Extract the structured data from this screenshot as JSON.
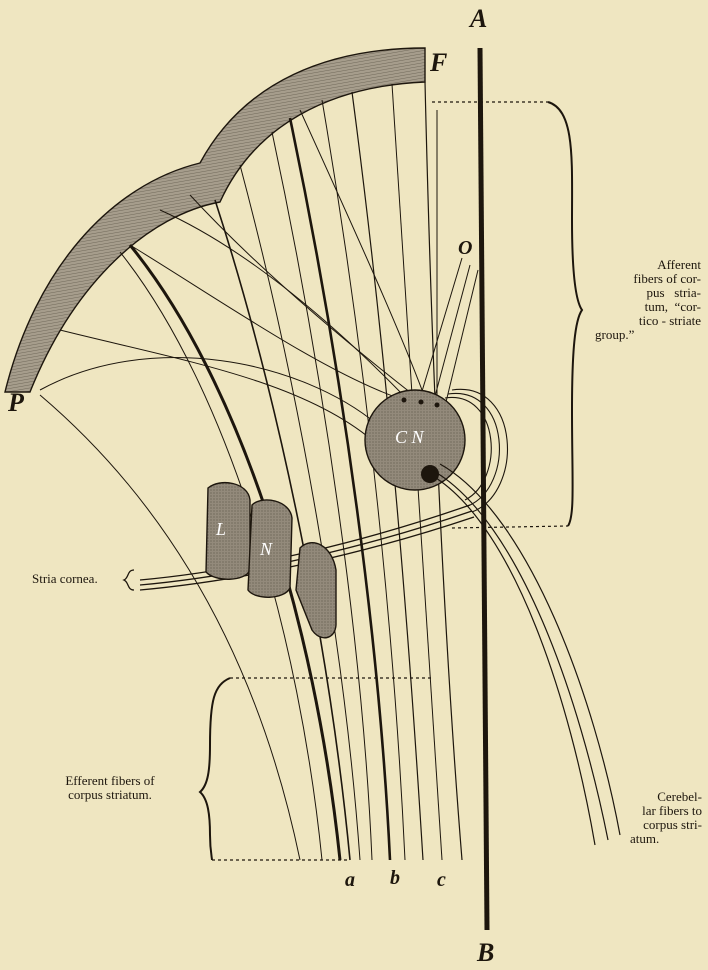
{
  "labels": {
    "A": "A",
    "B": "B",
    "F": "F",
    "P": "P",
    "O": "O",
    "CN": "C N",
    "L": "L",
    "N": "N",
    "a": "a",
    "b": "b",
    "c": "c"
  },
  "annotations": {
    "afferent": [
      "Afferent",
      "fibers of cor-",
      "pus   stria-",
      "tum,  “cor-",
      "tico - striate",
      "group.”"
    ],
    "stria": "Stria cornea.",
    "efferent": [
      "Efferent fibers of",
      "corpus striatum."
    ],
    "cerebellar": [
      "Cerebel-",
      "lar fibers to",
      "corpus stri-",
      "atum."
    ]
  },
  "colors": {
    "paper": "#efe6c1",
    "ink": "#1d160d",
    "shape_fill": "#8c8374",
    "cortex_fill": "#9a9183"
  }
}
